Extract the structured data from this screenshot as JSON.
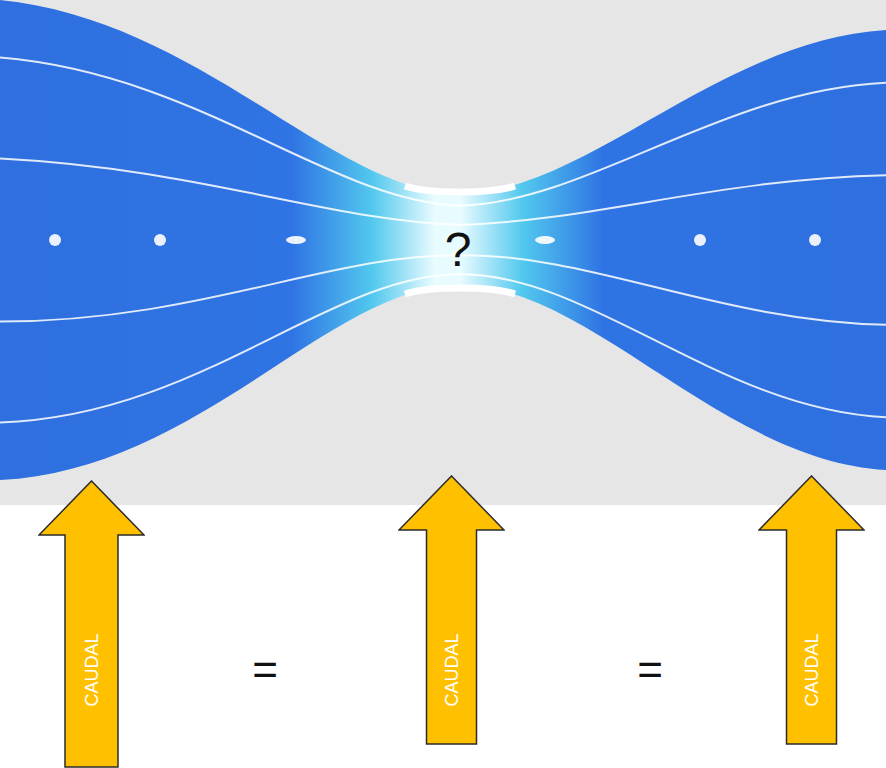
{
  "diagram": {
    "nodes": [
      {
        "text": [
          "CAUDAL"
        ]
      },
      {
        "text": [
          "CAUDAL"
        ]
      },
      {
        "text": [
          "CAUDAL"
        ]
      }
    ],
    "labels": [
      "?",
      "=",
      "="
    ]
  }
}
